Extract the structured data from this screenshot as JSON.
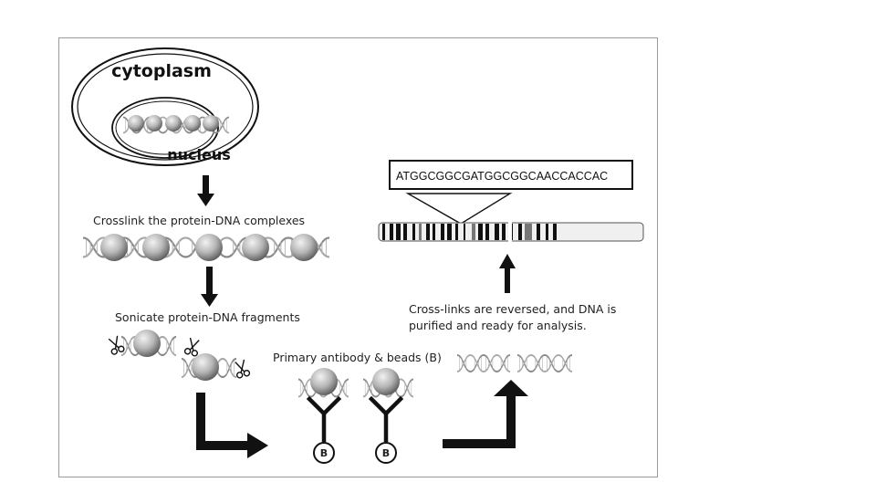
{
  "labels": {
    "cytoplasm": "cytoplasm",
    "nucleus": "nucleus",
    "crosslink": "Crosslink the protein-DNA complexes",
    "sonicate": "Sonicate protein-DNA fragments",
    "antibody": "Primary antibody & beads (B)",
    "reversed_line1": "Cross-links are reversed, and DNA is",
    "reversed_line2": "purified and ready for analysis.",
    "sequence": "ATGGCGGCGATGGCGGCAACCACCAC",
    "bead": "B"
  },
  "colors": {
    "frame": "#9a9a9a",
    "ink": "#111111",
    "protein_light": "#e6e6e6",
    "protein_dark": "#6e6e6e",
    "dna_strand": "#8a8a8a"
  },
  "icons": [
    "arrow-down-icon",
    "arrow-up-icon",
    "l-arrow-right-icon",
    "l-arrow-up-icon",
    "scissors-icon",
    "antibody-icon",
    "bead-icon",
    "dna-helix-icon",
    "protein-sphere-icon"
  ]
}
